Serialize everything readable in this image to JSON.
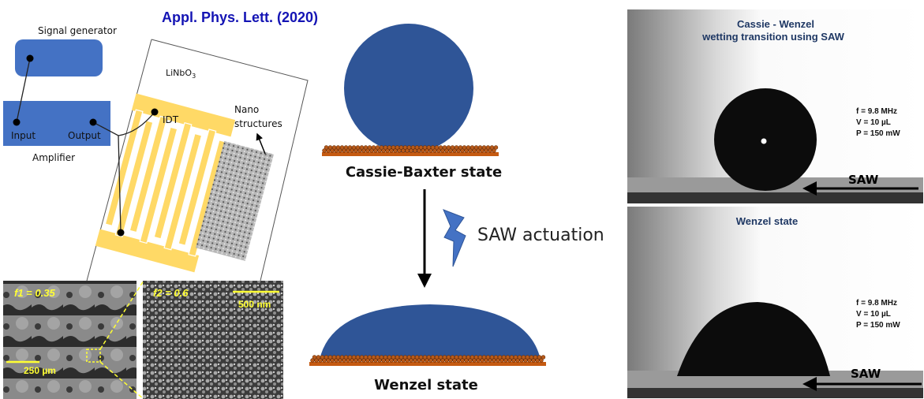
{
  "title": "Appl. Phys. Lett. (2020)",
  "setup": {
    "signal_generator": "Signal generator",
    "amplifier": "Amplifier",
    "input": "Input",
    "output": "Output",
    "substrate": "LiNbO",
    "substrate_sub": "3",
    "idt": "IDT",
    "nano_line1": "Nano",
    "nano_line2": "structures"
  },
  "sem": {
    "left_label": "f1 = 0.35",
    "left_scale": "250 µm",
    "right_label": "f2 = 0.6",
    "right_scale": "500 nm"
  },
  "schematic": {
    "cassie": "Cassie-Baxter state",
    "actuation": "SAW actuation",
    "wenzel": "Wenzel state"
  },
  "photos": {
    "top": {
      "title_line1": "Cassie - Wenzel",
      "title_line2": "wetting transition using SAW",
      "f": "f = 9.8 MHz",
      "v": "V = 10 µL",
      "p": "P = 150 mW",
      "saw": "SAW"
    },
    "bottom": {
      "title": "Wenzel state",
      "f": "f = 9.8 MHz",
      "v": "V = 10 µL",
      "p": "P = 150 mW",
      "saw": "SAW"
    }
  },
  "colors": {
    "title": "#1414b4",
    "box": "#4472c4",
    "droplet": "#2f5597",
    "idt": "#ffd966",
    "substrate": "#c55a11",
    "photo_title": "#1f3864"
  }
}
